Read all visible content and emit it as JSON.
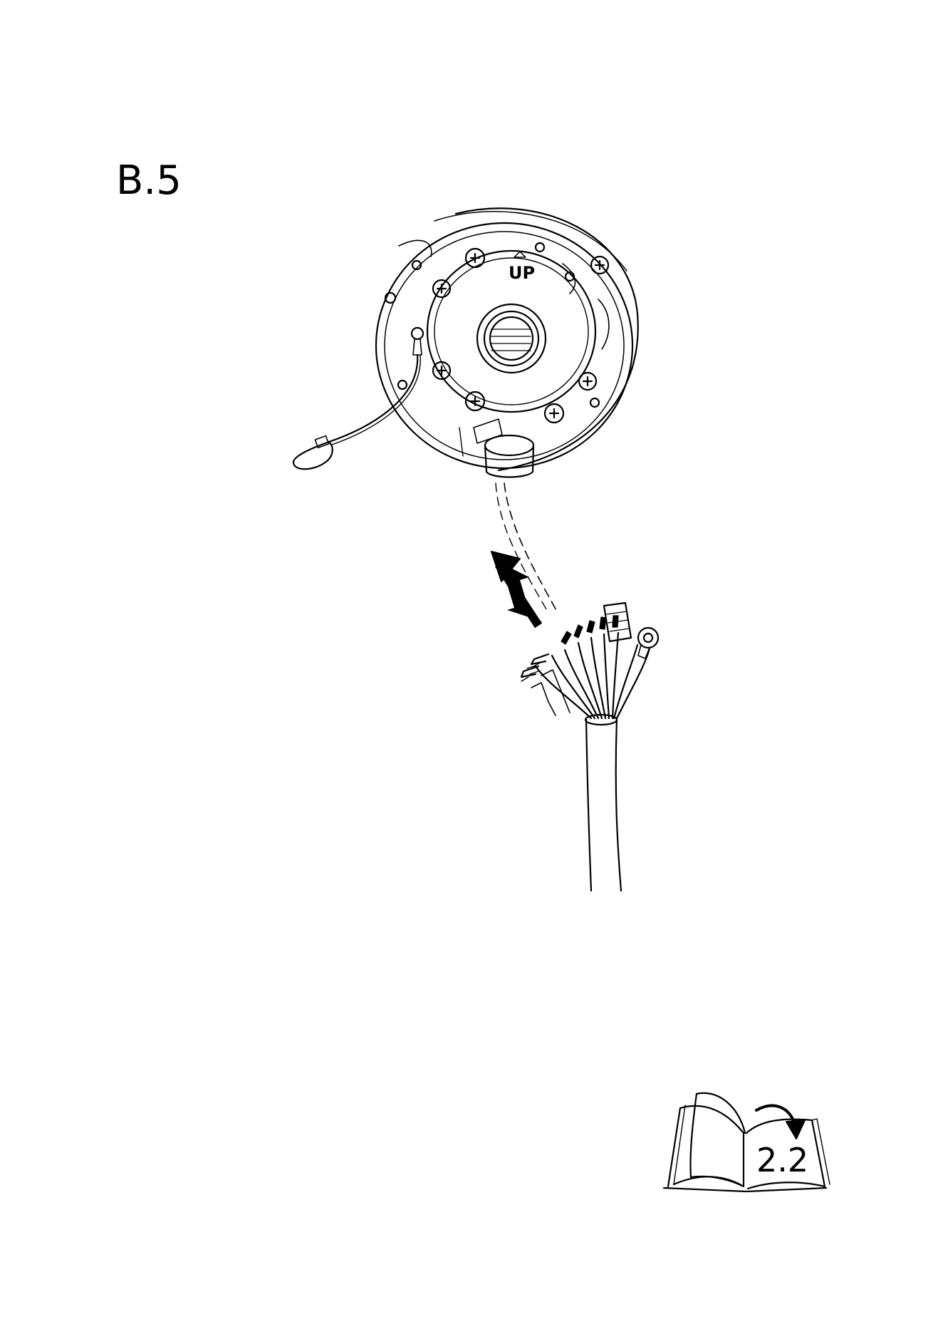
{
  "step": {
    "label": "B.5"
  },
  "illustration": {
    "box_marking": "UP",
    "ref_page": "2.2",
    "icons": [
      "junction-box-icon",
      "safety-rope-icon",
      "arrow-up-icon",
      "cable-bundle-icon",
      "manual-page-icon",
      "page-turn-arrow-icon"
    ]
  }
}
